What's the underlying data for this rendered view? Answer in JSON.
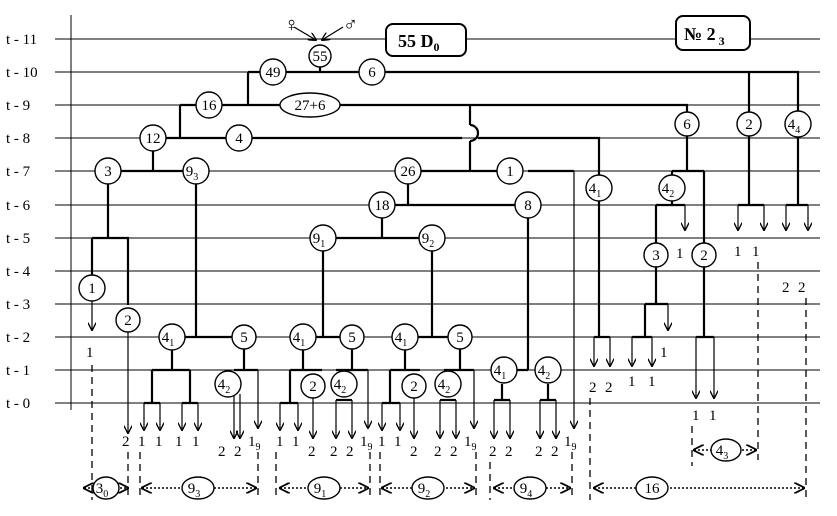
{
  "title_box": "55 D 0",
  "number_box": "№ 2 3",
  "female_symbol": "♀",
  "male_symbol": "♂",
  "time_labels": [
    "t - 11",
    "t - 10",
    "t - 9",
    "t - 8",
    "t - 7",
    "t - 6",
    "t - 5",
    "t - 4",
    "t - 3",
    "t - 2",
    "t - 1",
    "t - 0"
  ],
  "nodes": [
    {
      "id": "55",
      "label": "55"
    },
    {
      "id": "49",
      "label": "49"
    },
    {
      "id": "6a",
      "label": "6"
    },
    {
      "id": "16",
      "label": "16"
    },
    {
      "id": "27",
      "label": "27+6"
    },
    {
      "id": "12",
      "label": "12"
    },
    {
      "id": "4a",
      "label": "4"
    },
    {
      "id": "6b",
      "label": "6"
    },
    {
      "id": "2top",
      "label": "2"
    },
    {
      "id": "44",
      "label": "4",
      "sub": "4"
    },
    {
      "id": "3",
      "label": "3"
    },
    {
      "id": "93",
      "label": "9",
      "sub": "3"
    },
    {
      "id": "26",
      "label": "26"
    },
    {
      "id": "1a",
      "label": "1"
    },
    {
      "id": "41r",
      "label": "4",
      "sub": "1"
    },
    {
      "id": "42r",
      "label": "4",
      "sub": "2"
    },
    {
      "id": "18",
      "label": "18"
    },
    {
      "id": "8",
      "label": "8"
    },
    {
      "id": "91",
      "label": "9",
      "sub": "1"
    },
    {
      "id": "92",
      "label": "9",
      "sub": "2"
    },
    {
      "id": "3b",
      "label": "3"
    },
    {
      "id": "2b",
      "label": "2"
    },
    {
      "id": "1left",
      "label": "1"
    },
    {
      "id": "2left",
      "label": "2"
    },
    {
      "id": "41a",
      "label": "4",
      "sub": "1"
    },
    {
      "id": "5a",
      "label": "5"
    },
    {
      "id": "41b",
      "label": "4",
      "sub": "1"
    },
    {
      "id": "5b",
      "label": "5"
    },
    {
      "id": "41c",
      "label": "4",
      "sub": "1"
    },
    {
      "id": "5c",
      "label": "5"
    },
    {
      "id": "41d",
      "label": "4",
      "sub": "1"
    },
    {
      "id": "42d",
      "label": "4",
      "sub": "2"
    },
    {
      "id": "42a",
      "label": "4",
      "sub": "2"
    },
    {
      "id": "2m1",
      "label": "2"
    },
    {
      "id": "42b",
      "label": "4",
      "sub": "2"
    },
    {
      "id": "2m2",
      "label": "2"
    },
    {
      "id": "42c",
      "label": "4",
      "sub": "2"
    }
  ],
  "leaf_labels": [
    {
      "label": "1"
    },
    {
      "label": "1"
    },
    {
      "label": "2"
    },
    {
      "label": "1"
    },
    {
      "label": "1"
    },
    {
      "label": "1"
    },
    {
      "label": "1"
    },
    {
      "label": "2"
    },
    {
      "label": "2"
    },
    {
      "label": "1",
      "sub": "9"
    },
    {
      "label": "1"
    },
    {
      "label": "1"
    },
    {
      "label": "2"
    },
    {
      "label": "2"
    },
    {
      "label": "2"
    },
    {
      "label": "1",
      "sub": "9"
    },
    {
      "label": "1"
    },
    {
      "label": "1"
    },
    {
      "label": "2"
    },
    {
      "label": "2"
    },
    {
      "label": "2"
    },
    {
      "label": "1",
      "sub": "9"
    },
    {
      "label": "2"
    },
    {
      "label": "2"
    },
    {
      "label": "2"
    },
    {
      "label": "2"
    },
    {
      "label": "1",
      "sub": "9"
    },
    {
      "label": "2"
    },
    {
      "label": "2"
    },
    {
      "label": "1"
    },
    {
      "label": "1"
    },
    {
      "label": "1"
    },
    {
      "label": "1"
    },
    {
      "label": "1"
    },
    {
      "label": "1"
    },
    {
      "label": "1"
    },
    {
      "label": "2"
    },
    {
      "label": "2"
    }
  ],
  "bottom_groups": [
    {
      "label": "3",
      "sub": "0"
    },
    {
      "label": "9",
      "sub": "3"
    },
    {
      "label": "9",
      "sub": "1"
    },
    {
      "label": "9",
      "sub": "2"
    },
    {
      "label": "9",
      "sub": "4"
    },
    {
      "label": "16"
    },
    {
      "label": "4",
      "sub": "3"
    }
  ]
}
